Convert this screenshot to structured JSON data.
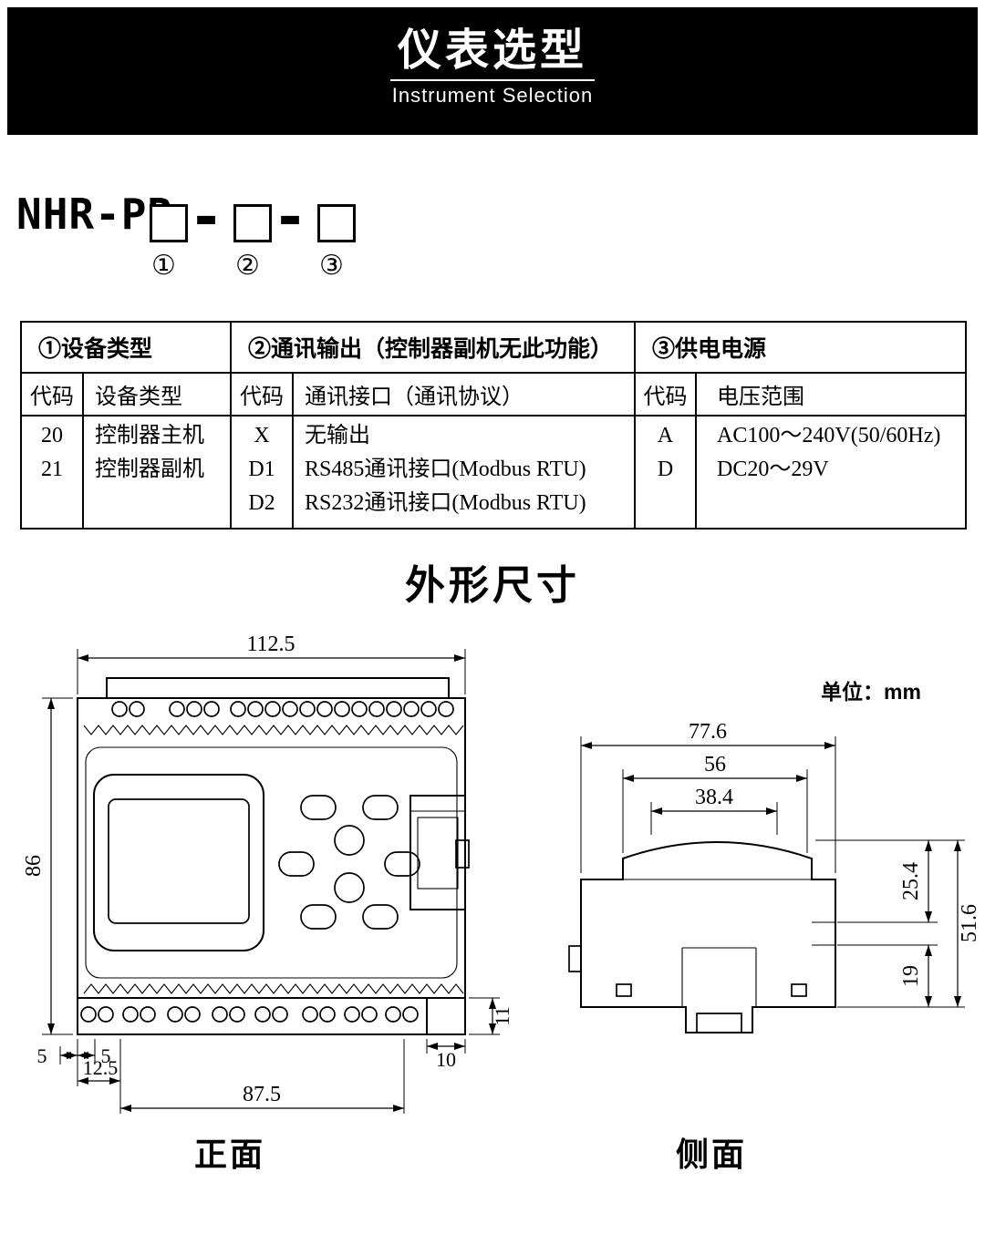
{
  "header": {
    "title": "仪表选型",
    "subtitle": "Instrument Selection"
  },
  "model": {
    "prefix": "NHR-PR",
    "separator": "-",
    "positions": [
      "①",
      "②",
      "③"
    ]
  },
  "selection_table": {
    "group_headers": [
      "①设备类型",
      "②通讯输出（控制器副机无此功能）",
      "③供电电源"
    ],
    "col_headers": {
      "device_code": "代码",
      "device_type": "设备类型",
      "comm_code": "代码",
      "comm_interface": "通讯接口（通讯协议）",
      "power_code": "代码",
      "power_range": "电压范围"
    },
    "device_rows": [
      {
        "code": "20",
        "type": "控制器主机"
      },
      {
        "code": "21",
        "type": "控制器副机"
      }
    ],
    "comm_rows": [
      {
        "code": "X",
        "interface": "无输出"
      },
      {
        "code": "D1",
        "interface": "RS485通讯接口(Modbus RTU)"
      },
      {
        "code": "D2",
        "interface": "RS232通讯接口(Modbus RTU)"
      }
    ],
    "power_rows": [
      {
        "code": "A",
        "range": "AC100～240V(50/60Hz)"
      },
      {
        "code": "D",
        "range": "DC20～29V"
      }
    ]
  },
  "dimensions_section": {
    "title": "外形尺寸",
    "unit_label": "单位：mm",
    "front": {
      "label": "正面",
      "width": "112.5",
      "height": "86",
      "offset_a": "5",
      "offset_b": "5",
      "inset": "12.5",
      "terminal_span": "87.5",
      "right_notch": "10",
      "strip_height": "11"
    },
    "side": {
      "label": "侧面",
      "overall_width": "77.6",
      "mid_width": "56",
      "top_width": "38.4",
      "upper_height": "25.4",
      "overall_height": "51.6",
      "lower_height": "19"
    }
  }
}
